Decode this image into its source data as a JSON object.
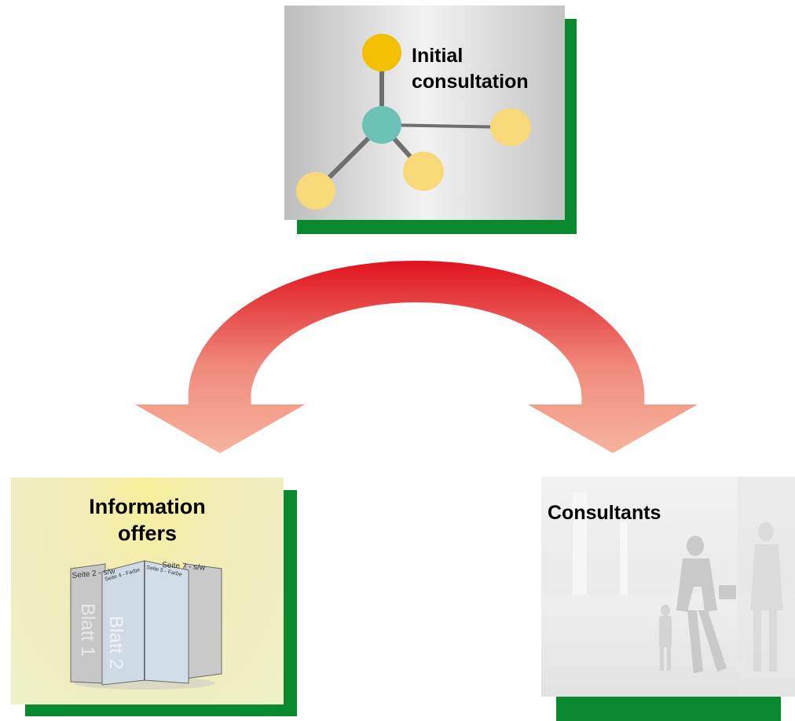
{
  "nodes": {
    "initial_consultation": {
      "label_line1": "Initial",
      "label_line2": "consultation"
    },
    "information_offers": {
      "label_line1": "Information",
      "label_line2": "offers",
      "brochure_texts": {
        "page2": "Seite 2 - s/w",
        "page4": "Seite 4 - Farbe",
        "page5": "Seite 5 - Farbe",
        "page7": "Seite 7 - s/w",
        "sheet1": "Blatt 1",
        "sheet2": "Blatt 2"
      }
    },
    "consultants": {
      "label": "Consultants"
    }
  },
  "colors": {
    "shadow_green": "#0a8a2e",
    "arrow_top": "#e0121c",
    "arrow_bottom": "#f6b49c",
    "node_center": "#6cc2b4",
    "node_top": "#f2c000",
    "node_outer": "#f8d97a"
  }
}
